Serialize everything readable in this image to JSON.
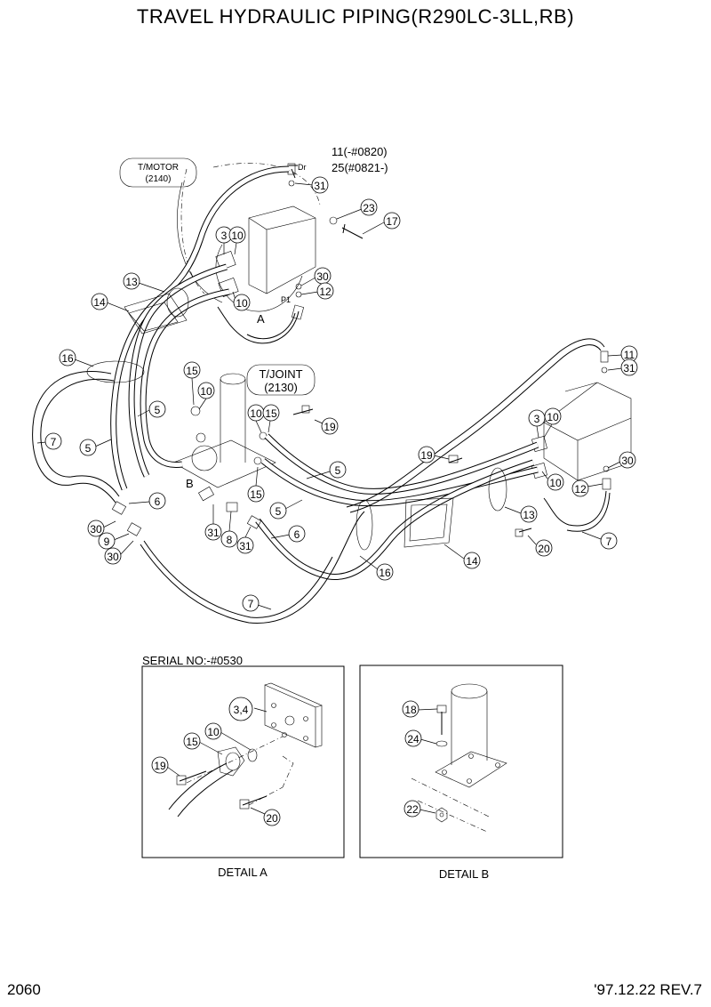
{
  "header": {
    "title": "TRAVEL HYDRAULIC PIPING(R290LC-3LL,RB)"
  },
  "footer": {
    "page_number": "2060",
    "revision": "'97.12.22 REV.7"
  },
  "main_view": {
    "ref_boxes": [
      {
        "name": "t-motor",
        "line1": "T/MOTOR",
        "line2": "(2140)"
      },
      {
        "name": "t-joint",
        "line1": "T/JOINT",
        "line2": "(2130)"
      }
    ],
    "small_labels": {
      "dr": "Dr",
      "p1": "P1",
      "a": "A",
      "b": "B"
    },
    "serial_notes": {
      "n11": "11(-#0820)",
      "n25": "25(#0821-)"
    },
    "callouts": [
      {
        "id": "c31a",
        "label": "31"
      },
      {
        "id": "c23",
        "label": "23"
      },
      {
        "id": "c17",
        "label": "17"
      },
      {
        "id": "c3a",
        "label": "3"
      },
      {
        "id": "c10a",
        "label": "10"
      },
      {
        "id": "c30a",
        "label": "30"
      },
      {
        "id": "c12a",
        "label": "12"
      },
      {
        "id": "c10b",
        "label": "10"
      },
      {
        "id": "c13a",
        "label": "13"
      },
      {
        "id": "c14a",
        "label": "14"
      },
      {
        "id": "c16a",
        "label": "16"
      },
      {
        "id": "c15a",
        "label": "15"
      },
      {
        "id": "c10c",
        "label": "10"
      },
      {
        "id": "c5a",
        "label": "5"
      },
      {
        "id": "c7a",
        "label": "7"
      },
      {
        "id": "c5b",
        "label": "5"
      },
      {
        "id": "c10d",
        "label": "10"
      },
      {
        "id": "c15b",
        "label": "15"
      },
      {
        "id": "c19a",
        "label": "19"
      },
      {
        "id": "c5c",
        "label": "5"
      },
      {
        "id": "c15c",
        "label": "15"
      },
      {
        "id": "c5d",
        "label": "5"
      },
      {
        "id": "c6a",
        "label": "6"
      },
      {
        "id": "c30b",
        "label": "30"
      },
      {
        "id": "c9",
        "label": "9"
      },
      {
        "id": "c30c",
        "label": "30"
      },
      {
        "id": "c31b",
        "label": "31"
      },
      {
        "id": "c8",
        "label": "8"
      },
      {
        "id": "c31c",
        "label": "31"
      },
      {
        "id": "c6b",
        "label": "6"
      },
      {
        "id": "c7b",
        "label": "7"
      },
      {
        "id": "c16b",
        "label": "16"
      },
      {
        "id": "c14b",
        "label": "14"
      },
      {
        "id": "c13b",
        "label": "13"
      },
      {
        "id": "c20a",
        "label": "20"
      },
      {
        "id": "c7c",
        "label": "7"
      },
      {
        "id": "c19b",
        "label": "19"
      },
      {
        "id": "c3b",
        "label": "3"
      },
      {
        "id": "c10e",
        "label": "10"
      },
      {
        "id": "c10f",
        "label": "10"
      },
      {
        "id": "c12b",
        "label": "12"
      },
      {
        "id": "c30d",
        "label": "30"
      },
      {
        "id": "c11",
        "label": "11"
      },
      {
        "id": "c31d",
        "label": "31"
      }
    ]
  },
  "detail_a": {
    "serial_note": "SERIAL NO:-#0530",
    "caption": "DETAIL A",
    "callouts": [
      {
        "id": "a34",
        "label": "3,4"
      },
      {
        "id": "a10",
        "label": "10"
      },
      {
        "id": "a15",
        "label": "15"
      },
      {
        "id": "a19",
        "label": "19"
      },
      {
        "id": "a20",
        "label": "20"
      }
    ]
  },
  "detail_b": {
    "caption": "DETAIL B",
    "callouts": [
      {
        "id": "b18",
        "label": "18"
      },
      {
        "id": "b24",
        "label": "24"
      },
      {
        "id": "b22",
        "label": "22"
      }
    ]
  }
}
